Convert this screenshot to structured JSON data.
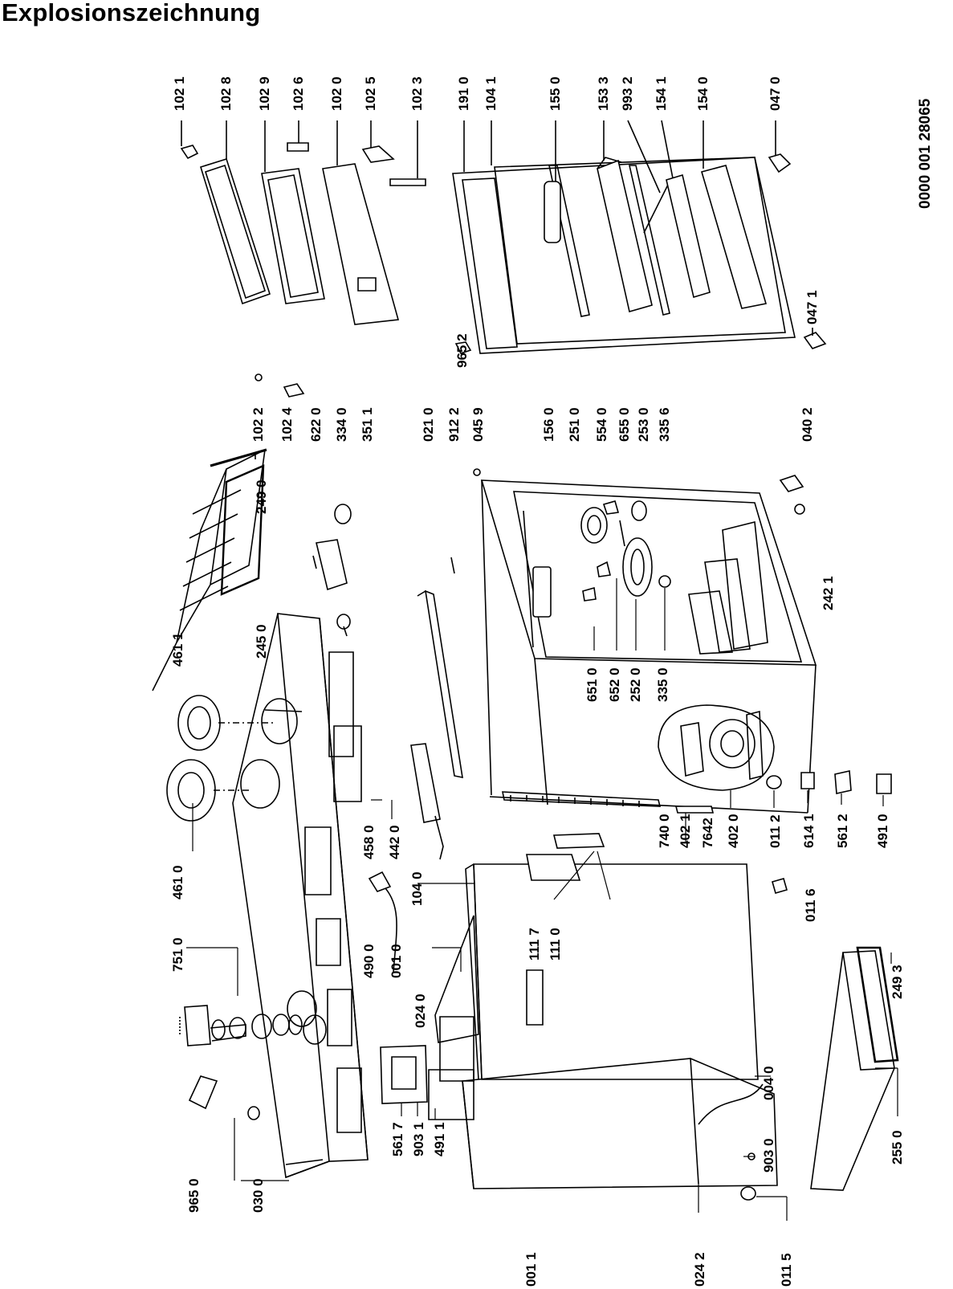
{
  "title": "Explosionszeichnung",
  "doc_code": "0000 001 28065",
  "labels": {
    "l1021": "102 1",
    "l1028": "102 8",
    "l1029": "102 9",
    "l1026": "102 6",
    "l1020": "102 0",
    "l1025": "102 5",
    "l1023": "102 3",
    "l1910": "191 0",
    "l1041": "104 1",
    "l1550": "155 0",
    "l1533": "153 3",
    "l9932": "993 2",
    "l1541": "154 1",
    "l1540": "154 0",
    "l0470": "047 0",
    "l9652": "965 2",
    "l0471": "047 1",
    "l1022": "102 2",
    "l1024": "102 4",
    "l6220": "622 0",
    "l3340": "334 0",
    "l3511": "351 1",
    "l0210": "021 0",
    "l9122": "912 2",
    "l0459": "045 9",
    "l1560": "156 0",
    "l2510": "251 0",
    "l5540": "554 0",
    "l6550": "655 0",
    "l2530": "253 0",
    "l3356": "335 6",
    "l0402": "040 2",
    "l2490": "249 0",
    "l2450": "245 0",
    "l4611": "461 1",
    "l6510": "651 0",
    "l6520": "652 0",
    "l2520": "252 0",
    "l3350": "335 0",
    "l2421": "242 1",
    "l4610": "461 0",
    "l4580": "458 0",
    "l4420": "442 0",
    "l7400": "740 0",
    "l4021": "402 1",
    "l7642": "7642",
    "l4020": "402 0",
    "l0112": "011 2",
    "l6141": "614 1",
    "l5612": "561 2",
    "l4910": "491 0",
    "l7510": "751 0",
    "l4900": "490 0",
    "l1040": "104 0",
    "l0010": "001 0",
    "l1117": "111 7",
    "l1110": "111 0",
    "l0116": "011 6",
    "l0240": "024 0",
    "l9650": "965 0",
    "l0300": "030 0",
    "l5617": "561 7",
    "l9031": "903 1",
    "l4911": "491 1",
    "l0040": "004 0",
    "l9030": "903 0",
    "l2493": "249 3",
    "l2550": "255 0",
    "l0011": "001 1",
    "l0242": "024 2",
    "l0115": "011 5"
  }
}
